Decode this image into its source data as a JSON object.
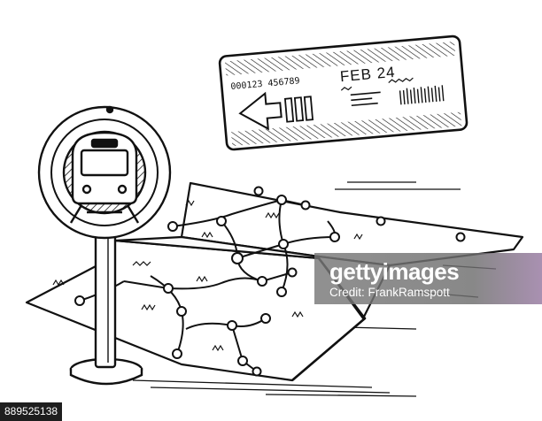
{
  "ticket": {
    "serial": "000123 456789",
    "date": "FEB 24"
  },
  "watermark": {
    "logo": "gettyimages",
    "credit": "Credit: FrankRamspott"
  },
  "image_id": "889525138",
  "icons": [
    "train-sign-icon",
    "subway-map-icon",
    "transit-ticket-icon"
  ]
}
